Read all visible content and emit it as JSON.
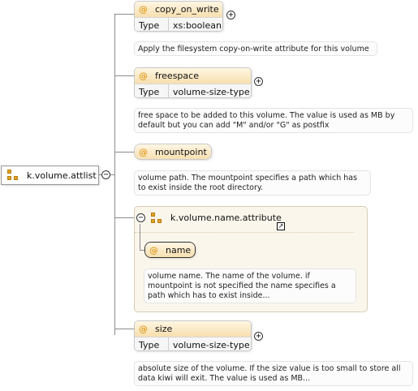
{
  "root": {
    "label": "k.volume.attlist"
  },
  "attributes": {
    "copy_on_write": {
      "name": "copy_on_write",
      "type_key": "Type",
      "type_value": "xs:boolean",
      "doc": "Apply the filesystem copy-on-write attribute for this volume"
    },
    "freespace": {
      "name": "freespace",
      "type_key": "Type",
      "type_value": "volume-size-type",
      "doc": "free space to be added to this volume. The value is used as MB by default but you can add \"M\" and/or \"G\" as postfix"
    },
    "mountpoint": {
      "name": "mountpoint",
      "doc": "volume path. The mountpoint specifies a path which has to exist inside the root directory."
    },
    "size": {
      "name": "size",
      "type_key": "Type",
      "type_value": "volume-size-type",
      "doc": "absolute size of the volume. If the size value is too small to store all data kiwi will exit. The value is used as MB..."
    }
  },
  "group": {
    "label": "k.volume.name.attribute",
    "attribute": {
      "name": "name",
      "doc": "volume name. The name of the volume. if mountpoint is not specified the name specifies a path which has to exist inside..."
    }
  },
  "symbols": {
    "attribute_marker": "@",
    "expand": "+",
    "collapse": "−",
    "link": "↗"
  },
  "colors": {
    "attribute_header": "#f7dfae",
    "group_panel": "#fbf6ec",
    "icon_orange": "#e2a228"
  }
}
